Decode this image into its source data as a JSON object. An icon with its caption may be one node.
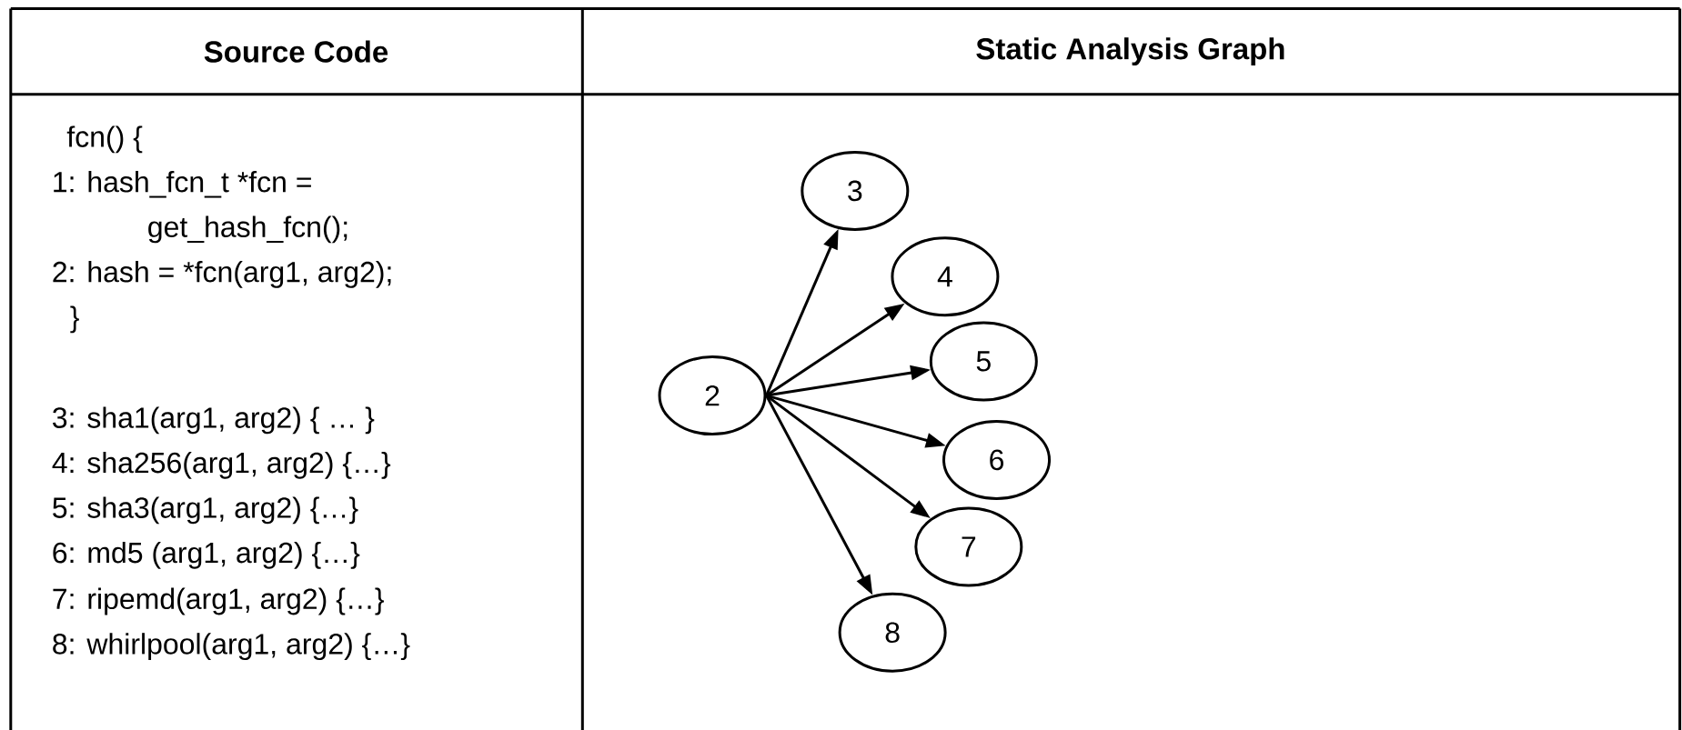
{
  "diagram": {
    "nodes": [
      {
        "text": [
          "2"
        ]
      },
      {
        "text": [
          "3"
        ]
      },
      {
        "text": [
          "4"
        ]
      },
      {
        "text": [
          "5"
        ]
      },
      {
        "text": [
          "6"
        ]
      },
      {
        "text": [
          "7"
        ]
      },
      {
        "text": [
          "8"
        ]
      }
    ],
    "edges": [
      {
        "from": 0,
        "to": 1,
        "arrow": "to"
      },
      {
        "from": 0,
        "to": 2,
        "arrow": "to"
      },
      {
        "from": 0,
        "to": 3,
        "arrow": "to"
      },
      {
        "from": 0,
        "to": 4,
        "arrow": "to"
      },
      {
        "from": 0,
        "to": 5,
        "arrow": "to"
      },
      {
        "from": 0,
        "to": 6,
        "arrow": "to"
      }
    ],
    "labels": [
      "Source Code",
      "Static Analysis Graph",
      "fcn() {",
      "1:   hash_fcn_t *fcn =",
      "get_hash_fcn();",
      "2:   hash = *fcn(arg1, arg2);",
      "}",
      "3:  sha1(arg1, arg2) { … }",
      "4:  sha256(arg1, arg2) {…}",
      "5:  sha3(arg1, arg2) {…}",
      "6:  md5 (arg1, arg2) {…}",
      "7:  ripemd(arg1, arg2) {…}",
      "8:  whirlpool(arg1, arg2) {…}"
    ]
  }
}
